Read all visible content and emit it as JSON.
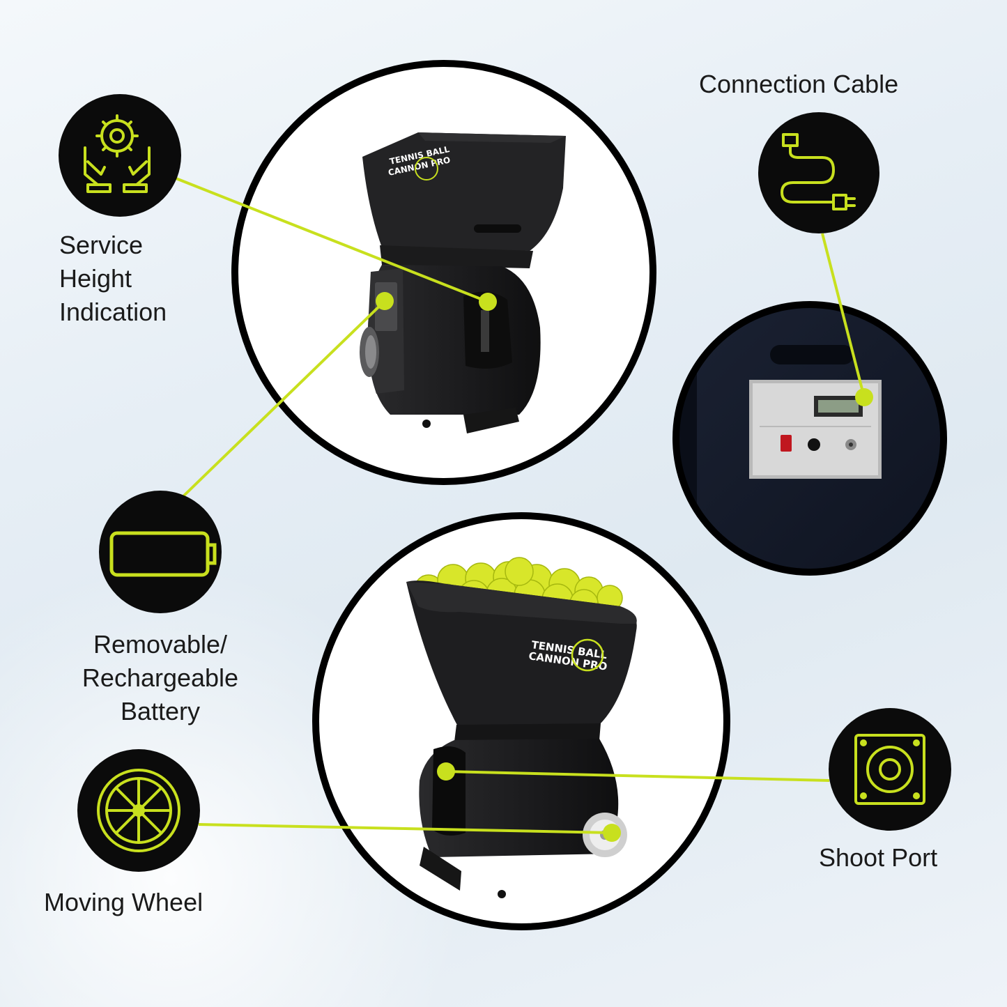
{
  "colors": {
    "accent": "#c8e01e",
    "dark": "#0b0b0b",
    "product": "#1c1c1e"
  },
  "icons": {
    "service_height": "gear-hands-icon",
    "connection_cable": "plug-cable-icon",
    "battery": "battery-icon",
    "moving_wheel": "wheel-icon",
    "shoot_port": "speaker-port-icon"
  },
  "brand": {
    "line1": "TENNIS BALL",
    "line2": "CANNON PRO"
  },
  "features": {
    "service_height": {
      "line1": "Service",
      "line2": "Height",
      "line3": "Indication"
    },
    "connection_cable": {
      "label": "Connection Cable"
    },
    "battery": {
      "line1": "Removable/",
      "line2": "Rechargeable",
      "line3": "Battery"
    },
    "moving_wheel": {
      "label": "Moving Wheel"
    },
    "shoot_port": {
      "label": "Shoot Port"
    }
  }
}
